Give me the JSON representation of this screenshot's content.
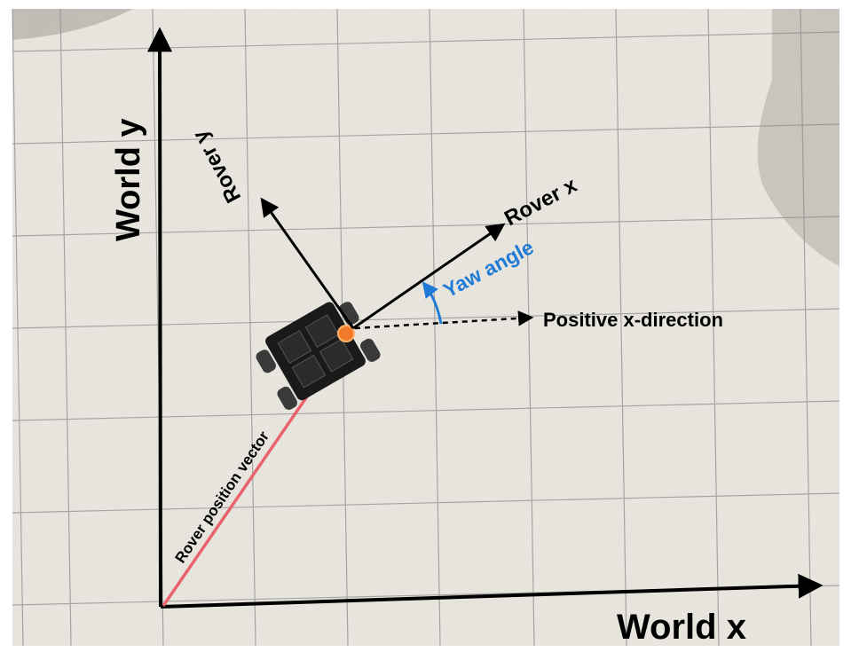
{
  "labels": {
    "world_x": "World x",
    "world_y": "World y",
    "rover_x": "Rover x",
    "rover_y": "Rover y",
    "yaw_angle": "Yaw angle",
    "positive_x_direction": "Positive x-direction",
    "rover_position_vector": "Rover position vector"
  },
  "colors": {
    "ground": "#e7e4dd",
    "grid": "#8a8a8a",
    "axes": "#000000",
    "position_vector": "#e8636b",
    "yaw": "#1f7bd6",
    "rover_body": "#1a1a1a",
    "rover_marker": "#f07a2a"
  }
}
